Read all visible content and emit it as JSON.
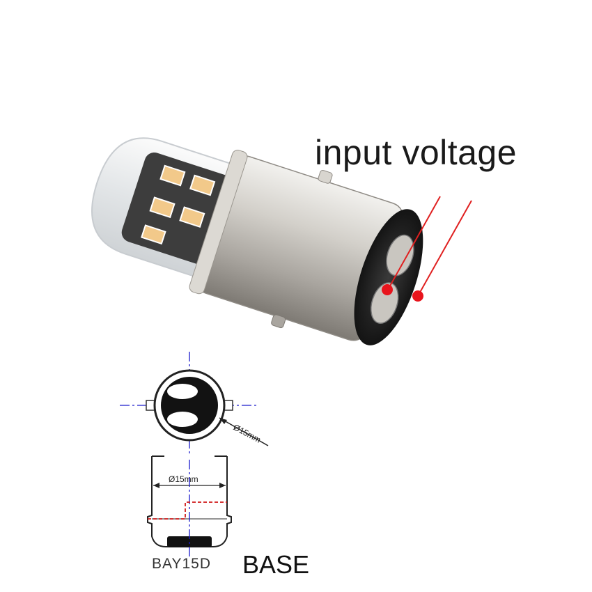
{
  "labels": {
    "input_voltage": "input voltage",
    "base_model": "BAY15D",
    "base_word": "BASE",
    "diameter_side": "Ø15mm",
    "diameter_front": "Ø15mm"
  },
  "colors": {
    "background": "#ffffff",
    "pointer": "#e02020",
    "centerline": "#1a1acc",
    "metal": "#c9c6c0",
    "glass": "#e6e9ec",
    "led_chip": "#f2c98a"
  },
  "icons": [
    "led-bulb-photo",
    "contact-pin-marker",
    "base-front-view-diagram",
    "base-side-view-diagram"
  ]
}
